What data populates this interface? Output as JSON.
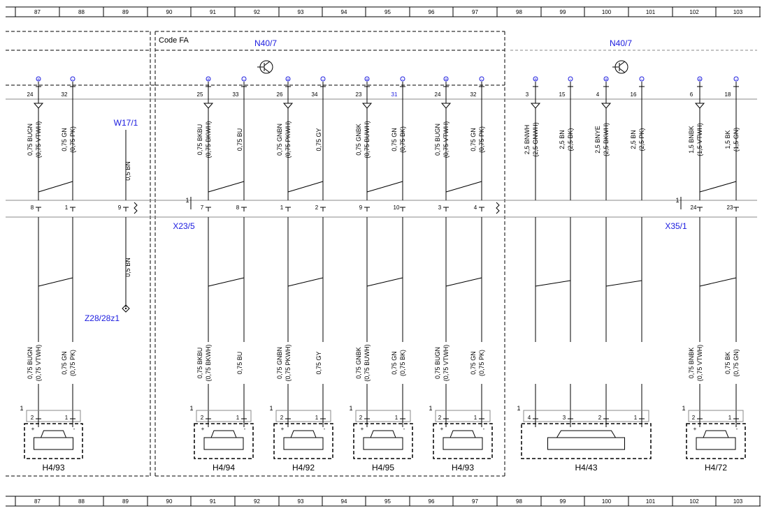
{
  "grid_numbers": [
    "87",
    "88",
    "89",
    "90",
    "91",
    "92",
    "93",
    "94",
    "95",
    "96",
    "97",
    "98",
    "99",
    "100",
    "101",
    "102",
    "103"
  ],
  "area_label": "Code FA",
  "modules": [
    {
      "id": "N40/7"
    },
    {
      "id": "N40/7"
    }
  ],
  "wires_upper": [
    {
      "pin": "24",
      "label": "0,75 BUGN\n(0,75 VTWH)"
    },
    {
      "pin": "32",
      "label": "0,75 GN\n(0,75 PK)"
    },
    {
      "pin": "25",
      "label": "0,75 BKBU\n(0,75 BKWH)"
    },
    {
      "pin": "33",
      "label": "0,75 BU"
    },
    {
      "pin": "26",
      "label": "0,75 GNBN\n(0,75 PKWH)"
    },
    {
      "pin": "34",
      "label": "0,75 GY"
    },
    {
      "pin": "23",
      "label": "0,75 GNBK\n(0,75 BUWH)"
    },
    {
      "pin": "31",
      "label": "0,75 GN\n(0,75 BK)"
    },
    {
      "pin": "24",
      "label": "0,75 BUGN\n(0,75 VTWH)"
    },
    {
      "pin": "32",
      "label": "0,75 GN\n(0,75 PK)"
    },
    {
      "pin": "3",
      "label": "2,5 BNWH\n(2,5 GNWH)"
    },
    {
      "pin": "15",
      "label": "2,5 BN\n(2,5 BK)"
    },
    {
      "pin": "4",
      "label": "2,5 BNYE\n(2,5 BKWH)"
    },
    {
      "pin": "16",
      "label": "2,5 BN\n(2,5 PK)"
    },
    {
      "pin": "6",
      "label": "1,5 BNBK\n(1,5 VTWH)"
    },
    {
      "pin": "18",
      "label": "1,5 BK\n(1,5 GN)"
    }
  ],
  "connector_pins": [
    "8",
    "1",
    "9",
    "7",
    "8",
    "1",
    "2",
    "9",
    "10",
    "3",
    "4",
    "24",
    "23"
  ],
  "connectors": [
    "X23/5",
    "X35/1"
  ],
  "connector_leads": [
    "1",
    "1"
  ],
  "ground_w17": {
    "id": "W17/1",
    "wire_top": "0,5 BN",
    "wire_bottom": "0,5 BN"
  },
  "splice": {
    "id": "Z28/28z1"
  },
  "wires_lower": [
    "0,75 BUGN\n(0,75 VTWH)",
    "0,75 GN\n(0,75 PK)",
    "0,75 BKBU\n(0,75 BKWH)",
    "0,75 BU",
    "0,75 GNBN\n(0,75 PKWH)",
    "0,75 GY",
    "0,75 GNBK\n(0,75 BUWH)",
    "0,75 GN\n(0,75 BK)",
    "0,75 BUGN\n(0,75 VTWH)",
    "0,75 GN\n(0,75 PK)",
    "0,75 BNBK\n(0,75 VTWH)",
    "0,75 BK\n(0,75 GN)"
  ],
  "speakers": [
    {
      "label": "H4/93",
      "pins": [
        "2",
        "1"
      ],
      "lead": "1"
    },
    {
      "label": "H4/94",
      "pins": [
        "2",
        "1"
      ],
      "lead": "1"
    },
    {
      "label": "H4/92",
      "pins": [
        "2",
        "1"
      ],
      "lead": "1"
    },
    {
      "label": "H4/95",
      "pins": [
        "2",
        "1"
      ],
      "lead": "1"
    },
    {
      "label": "H4/93",
      "pins": [
        "2",
        "1"
      ],
      "lead": "1"
    },
    {
      "label": "H4/43",
      "pins": [
        "4",
        "3",
        "2",
        "1"
      ],
      "lead": "1"
    },
    {
      "label": "H4/72",
      "pins": [
        "2",
        "1"
      ],
      "lead": "1"
    }
  ],
  "signs": {
    "plus": "+",
    "minus": "-"
  }
}
